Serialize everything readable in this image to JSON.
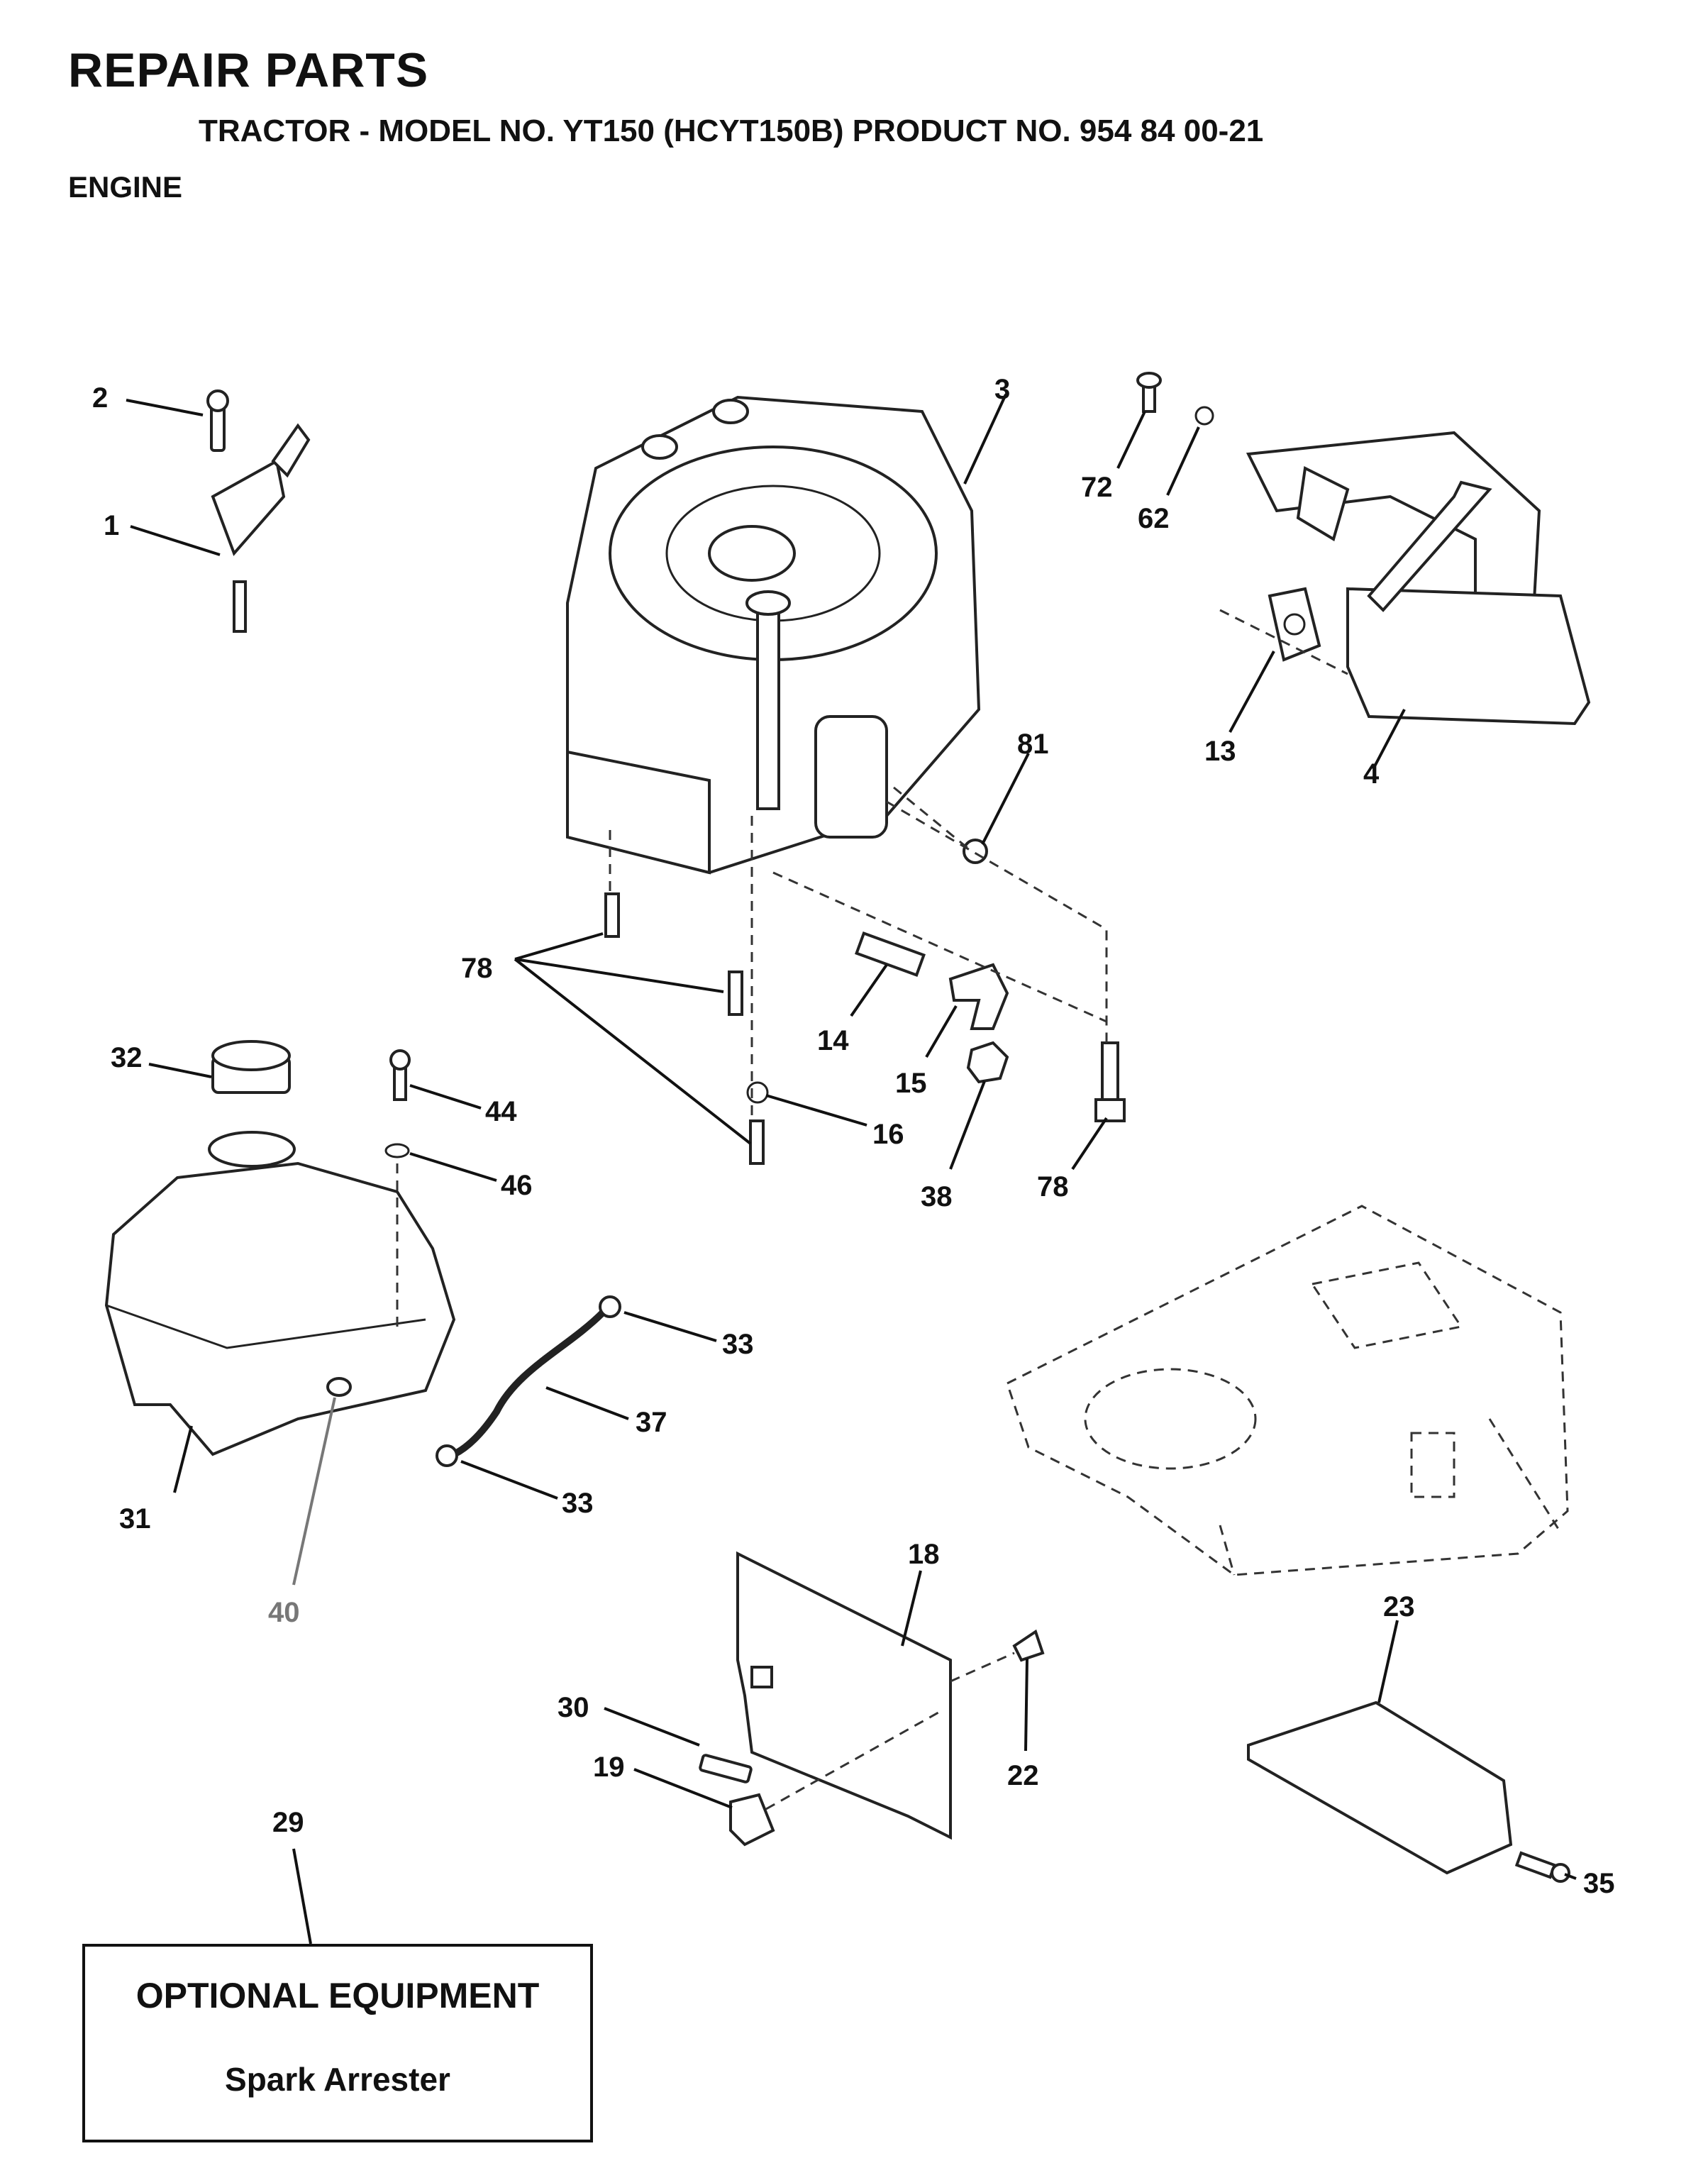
{
  "header": {
    "title": "REPAIR PARTS",
    "subtitle": "TRACTOR - MODEL NO. YT150 (HCYT150B) PRODUCT NO. 954 84 00-21",
    "section": "ENGINE"
  },
  "callouts": {
    "c1": "1",
    "c2": "2",
    "c3": "3",
    "c4": "4",
    "c13": "13",
    "c14": "14",
    "c15": "15",
    "c16": "16",
    "c18": "18",
    "c19": "19",
    "c22": "22",
    "c23": "23",
    "c29": "29",
    "c30": "30",
    "c31": "31",
    "c32": "32",
    "c33a": "33",
    "c33b": "33",
    "c35": "35",
    "c37": "37",
    "c38": "38",
    "c40": "40",
    "c44": "44",
    "c46": "46",
    "c62": "62",
    "c72": "72",
    "c78a": "78",
    "c78b": "78",
    "c81": "81"
  },
  "optional_equipment": {
    "title": "OPTIONAL EQUIPMENT",
    "item": "Spark Arrester"
  }
}
